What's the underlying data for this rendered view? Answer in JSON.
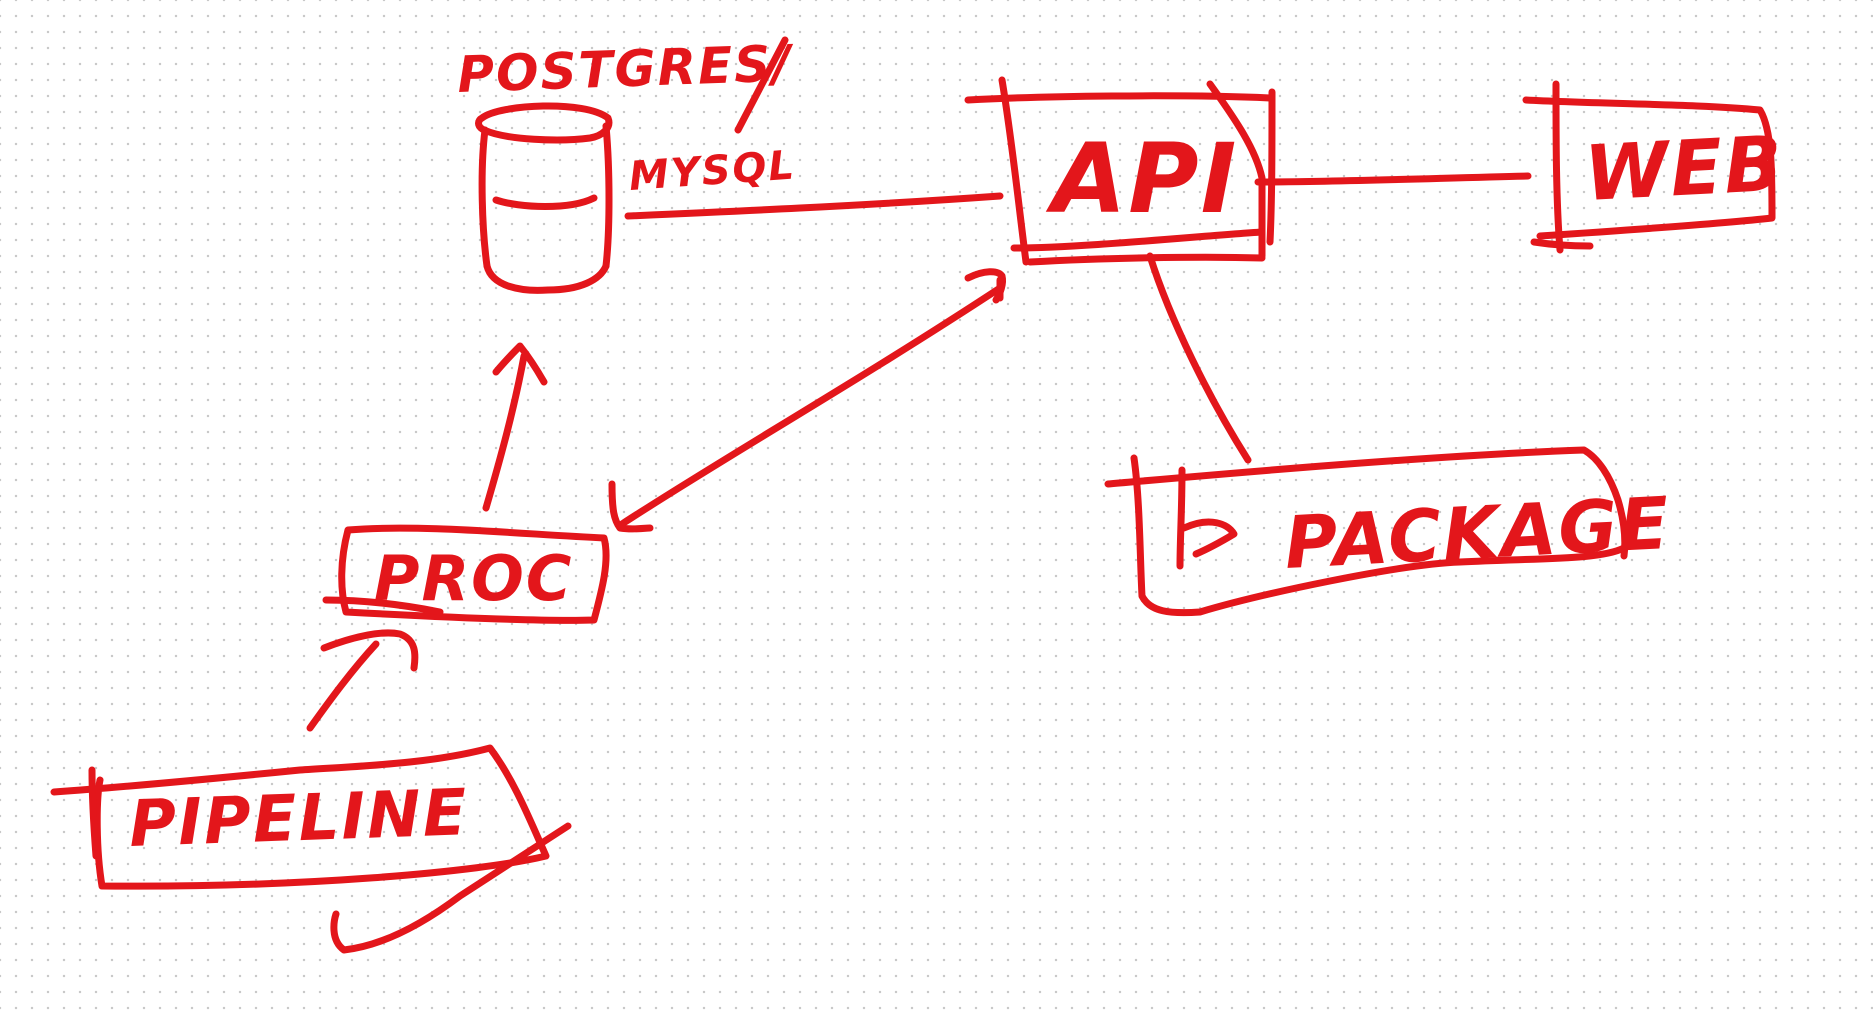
{
  "colors": {
    "ink": "#e3161b",
    "background": "#ffffff",
    "grid_dot": "#c9c9c9"
  },
  "nodes": {
    "db": {
      "label_top": "POSTGRES/",
      "label_bottom": "MYSQL",
      "icon": "database-cylinder-icon"
    },
    "api": {
      "label": "API"
    },
    "web": {
      "label": "WEB"
    },
    "package": {
      "label": "PACKAGE",
      "icon": "arrow-icon"
    },
    "proc": {
      "label": "PROC"
    },
    "pipeline": {
      "label": "PIPELINE"
    }
  },
  "connections": [
    {
      "from": "db",
      "to": "api",
      "style": "line"
    },
    {
      "from": "api",
      "to": "web",
      "style": "line"
    },
    {
      "from": "api",
      "to": "package",
      "style": "line"
    },
    {
      "from": "proc",
      "to": "api",
      "style": "double-arrow"
    },
    {
      "from": "proc",
      "to": "db",
      "style": "arrow"
    },
    {
      "from": "pipeline",
      "to": "proc",
      "style": "arrow"
    }
  ]
}
